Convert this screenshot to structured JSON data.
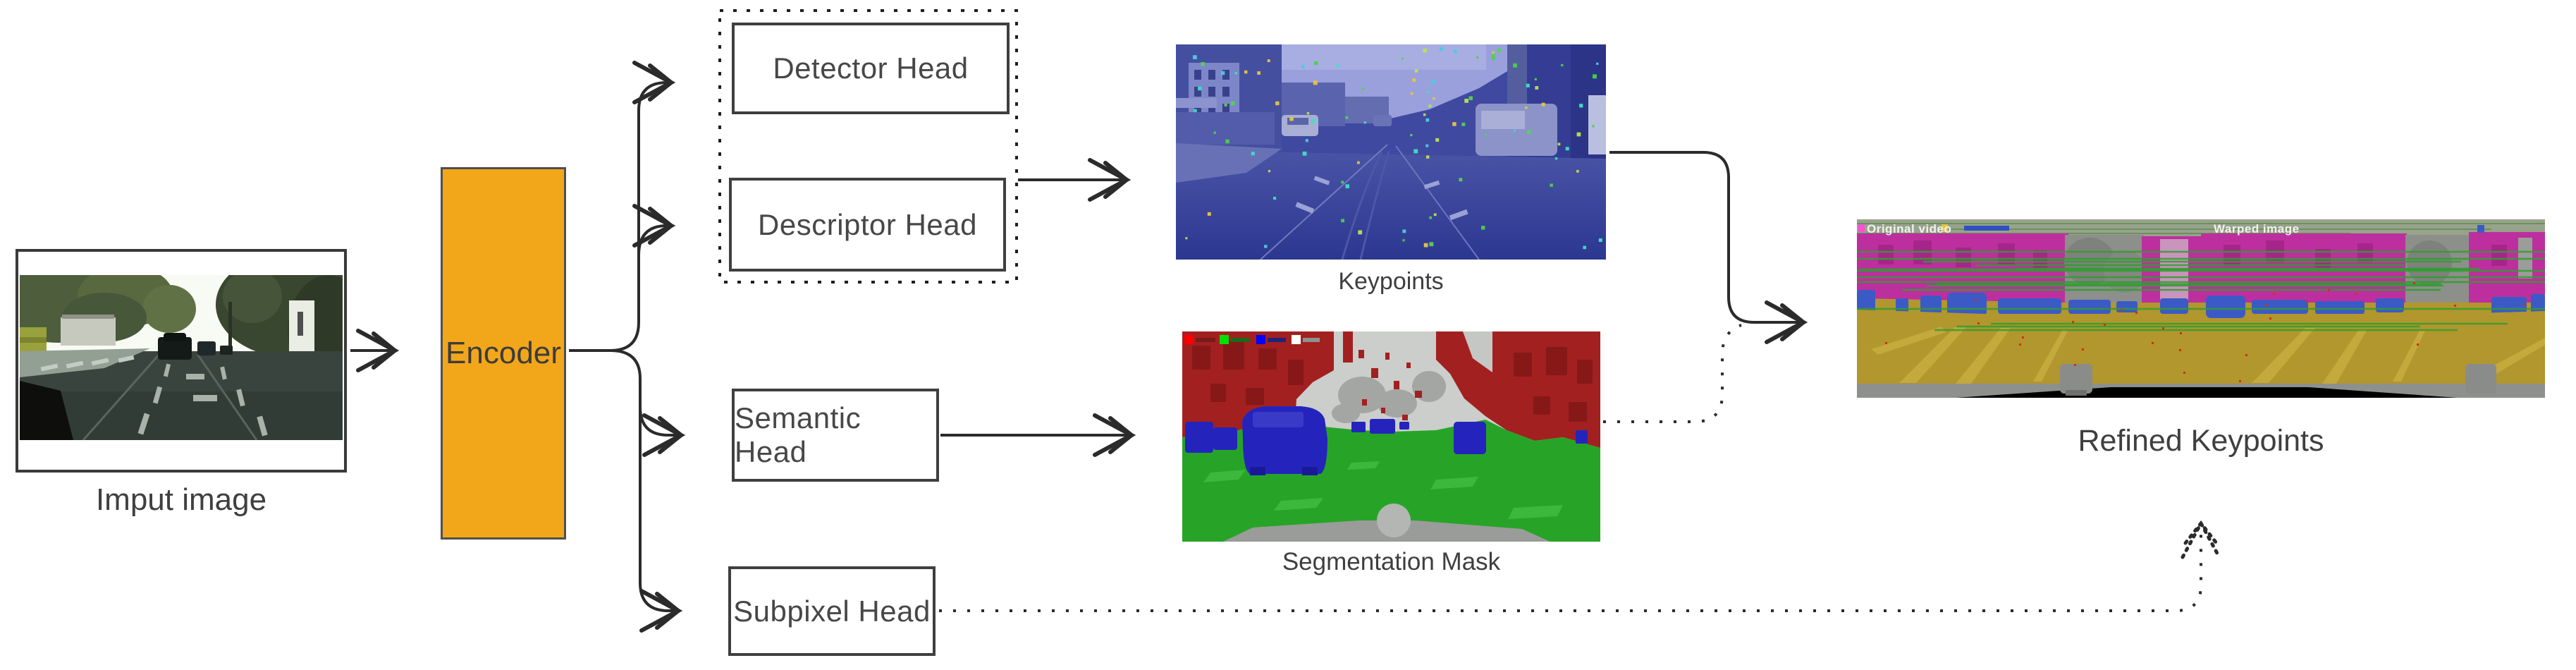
{
  "diagram": {
    "input": {
      "caption": "Imput image"
    },
    "encoder": {
      "label": "Encoder"
    },
    "heads": [
      {
        "id": "detector",
        "label": "Detector Head"
      },
      {
        "id": "descriptor",
        "label": "Descriptor Head"
      },
      {
        "id": "semantic",
        "label": "Semantic Head"
      },
      {
        "id": "subpixel",
        "label": "Subpixel Head"
      }
    ],
    "outputs": {
      "keypoints": {
        "caption": "Keypoints"
      },
      "segmentation": {
        "caption": "Segmentation Mask",
        "legend_colors": [
          "#fe0000",
          "#00e000",
          "#0000fe",
          "#ffffff"
        ]
      },
      "refined": {
        "caption": "Refined Keypoints",
        "overlay_left": "Original video",
        "overlay_right": "Warped image"
      }
    },
    "colors": {
      "encoder_fill": "#f2a71b",
      "connector_line": "#2b2b2b",
      "box_border": "#3f3f3f",
      "segmentation_red": "#a32020",
      "segmentation_green": "#27a427",
      "segmentation_blue": "#2424bd",
      "keypoints_tint_blue": "#3f49a0",
      "refined_magenta": "#bd2f9e",
      "refined_road_olive": "#b2962e",
      "match_line_green": "#2f9e2f"
    }
  }
}
